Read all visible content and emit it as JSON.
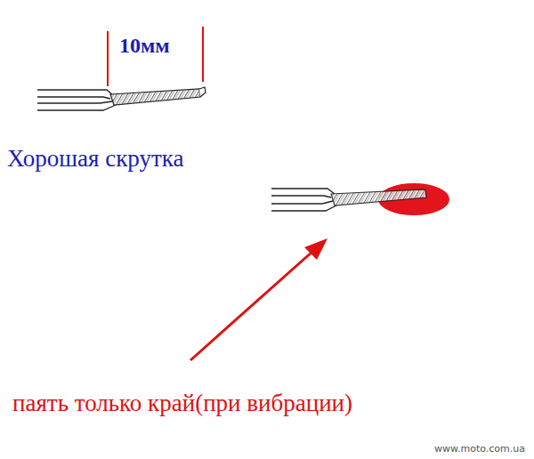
{
  "diagram": {
    "labels": [
      "10мм",
      "Хорошая скрутка",
      "паять только край(при вибрации)",
      "www.moto.com.ua"
    ]
  }
}
